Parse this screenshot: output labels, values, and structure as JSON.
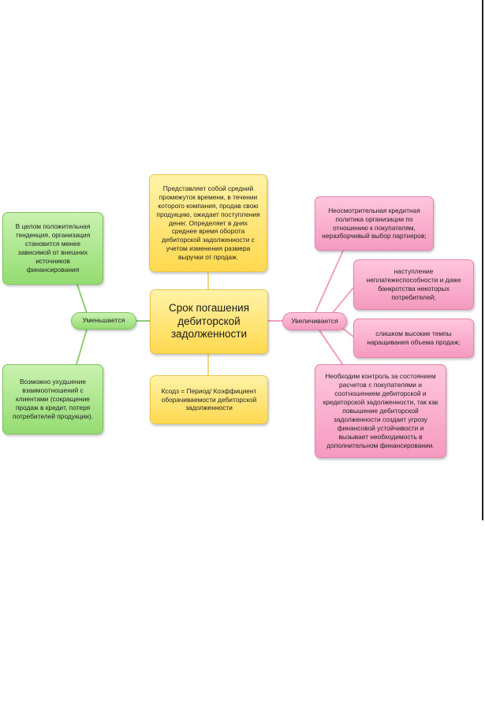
{
  "central": {
    "title": "Срок погашения дебиторской задолженности"
  },
  "top_box": {
    "text": "Представляет собой средний промежуток времени, в течении которого компания, продав свою продукцию, ожидает поступления денег. Определяет в днях среднее время оборота дебиторской задолженности с учетом изменения размера выручки от продаж."
  },
  "bottom_box": {
    "text": "Ксодз =      Период/ Коэффициент оборачиваемости дебиторской задолженности"
  },
  "left": {
    "label": "Уменьшается",
    "boxes": [
      "В целом положительная тенденция, организация становится менее зависимой от внешних источников финансирования",
      "Возможно ухудшение взаимоотношений с клиентами (сокращение продаж в кредит, потеря потребителей продукции)."
    ]
  },
  "right": {
    "label": "Увеличивается",
    "boxes": [
      "Неосмотрительная кредитная политика организации по отношению к покупателям, неразборчивый выбор партнеров;",
      "наступление неплатежеспособности и даже банкротства некоторых потребителей;",
      "слишком высокие темпы наращивания объема продаж;",
      "Необходим контроль за состоянием расчетов с покупателями и соотношением дебиторской и кредиторской задолженности, так как повышение дебиторской задолженности создает угрозу финансовой устойчивости и вызывает необходимость в дополнительном финансировании."
    ]
  },
  "colors": {
    "yellow": "#ffd94f",
    "green": "#95dc72",
    "pink": "#f59ac0",
    "connector_yellow": "#f0d87a",
    "connector_green": "#8fd070",
    "connector_pink": "#f2a0c2"
  }
}
